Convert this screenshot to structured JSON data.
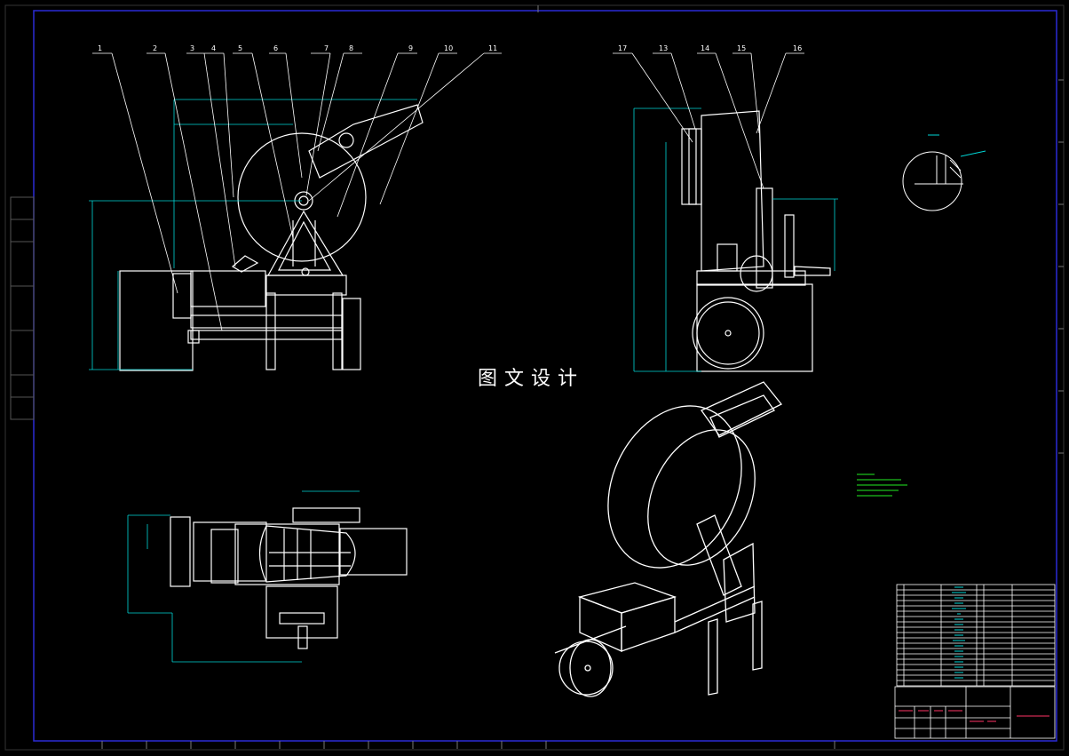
{
  "watermark": "图文设计",
  "balloons": [
    "1",
    "2",
    "3",
    "4",
    "5",
    "6",
    "7",
    "8",
    "9",
    "10",
    "11"
  ],
  "side_balloons": [
    "17",
    "13",
    "14",
    "15",
    "16"
  ],
  "colors": {
    "background": "#000000",
    "border": "#2b2bd6",
    "outline": "#ffffff",
    "dimension": "#00d6d6",
    "notes": "#22ee22",
    "title_accent": "#ff3366"
  }
}
